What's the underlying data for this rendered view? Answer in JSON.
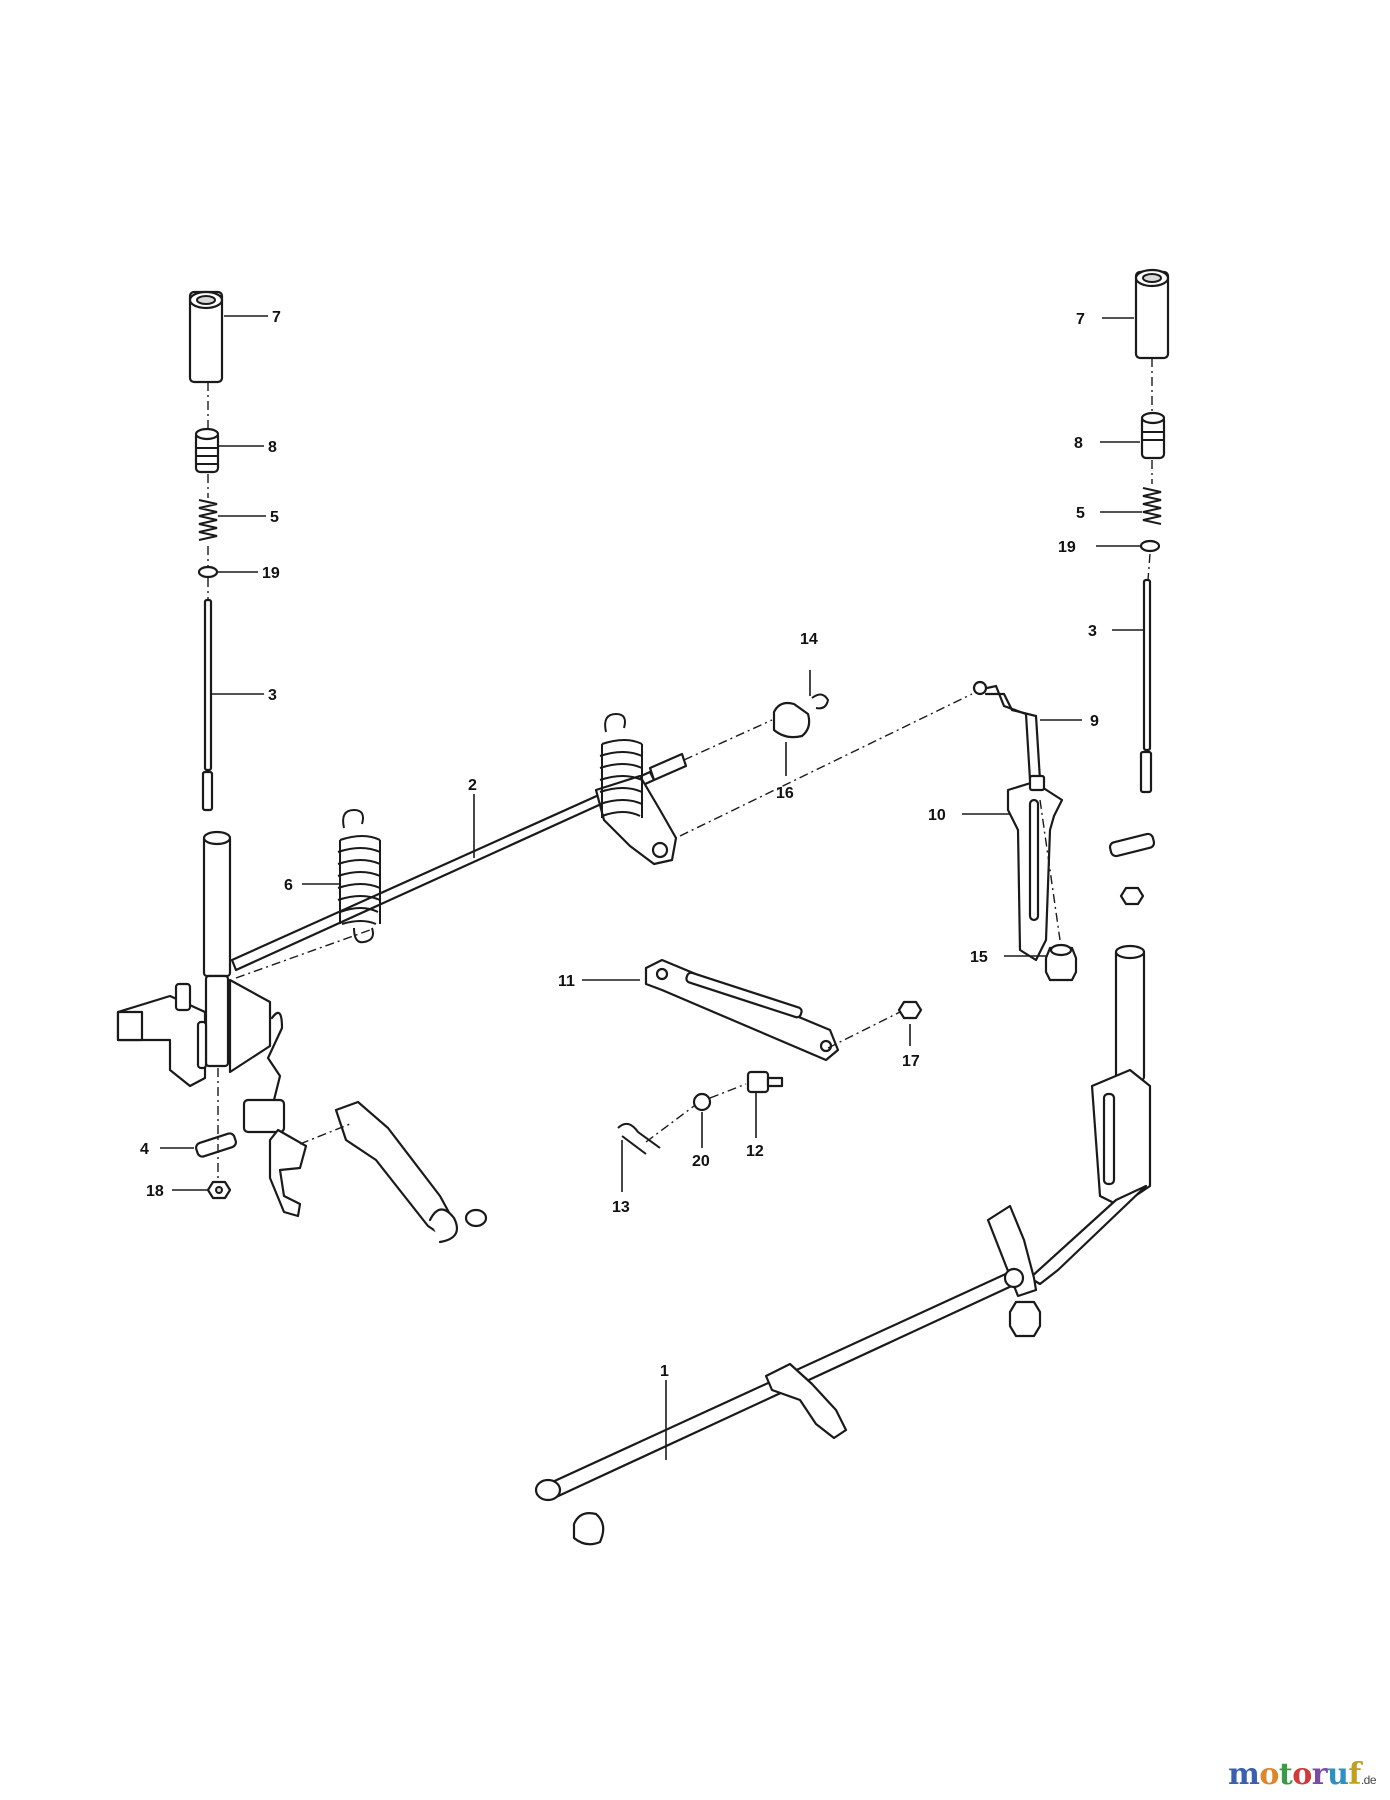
{
  "callouts": {
    "c1": "1",
    "c2": "2",
    "c3a": "3",
    "c3b": "3",
    "c4": "4",
    "c5a": "5",
    "c5b": "5",
    "c6": "6",
    "c7a": "7",
    "c7b": "7",
    "c8a": "8",
    "c8b": "8",
    "c9": "9",
    "c10": "10",
    "c11": "11",
    "c12": "12",
    "c13": "13",
    "c14": "14",
    "c15": "15",
    "c16": "16",
    "c17": "17",
    "c18": "18",
    "c19a": "19",
    "c19b": "19",
    "c20": "20"
  },
  "watermark": {
    "letters": [
      "m",
      "o",
      "t",
      "o",
      "r",
      "u",
      "f"
    ],
    "colors": [
      "#3a5fae",
      "#e0862a",
      "#3a9b46",
      "#d23a3a",
      "#7a4aa8",
      "#2f8fc0",
      "#c0a020"
    ],
    "tld": ".de"
  }
}
